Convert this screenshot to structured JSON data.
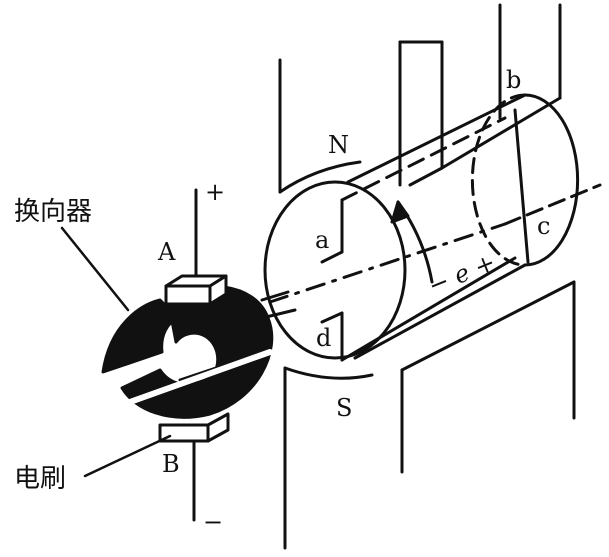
{
  "labels": {
    "commutator": "换向器",
    "brush": "电刷",
    "pole_n": "N",
    "pole_s": "S",
    "brush_a": "A",
    "brush_b": "B",
    "plus": "+",
    "minus": "−",
    "coil_a": "a",
    "coil_b": "b",
    "coil_c": "c",
    "coil_d": "d",
    "emf": "− e +"
  },
  "colors": {
    "ink": "#111111",
    "paper": "#ffffff"
  }
}
